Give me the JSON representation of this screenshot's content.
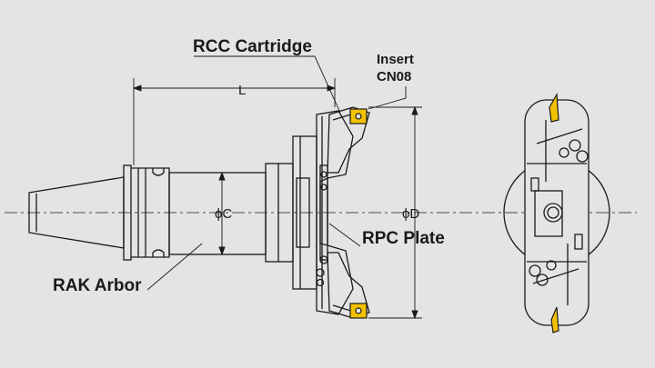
{
  "labels": {
    "rcc_cartridge": "RCC Cartridge",
    "insert_line1": "Insert",
    "insert_line2": "CN08",
    "dim_L": "L",
    "dim_phiC": "ϕC",
    "dim_phiD": "ϕD",
    "rpc_plate": "RPC Plate",
    "rak_arbor": "RAK Arbor"
  },
  "colors": {
    "background": "#e4e4e4",
    "line": "#1a1a1a",
    "insert": "#f2c100"
  }
}
